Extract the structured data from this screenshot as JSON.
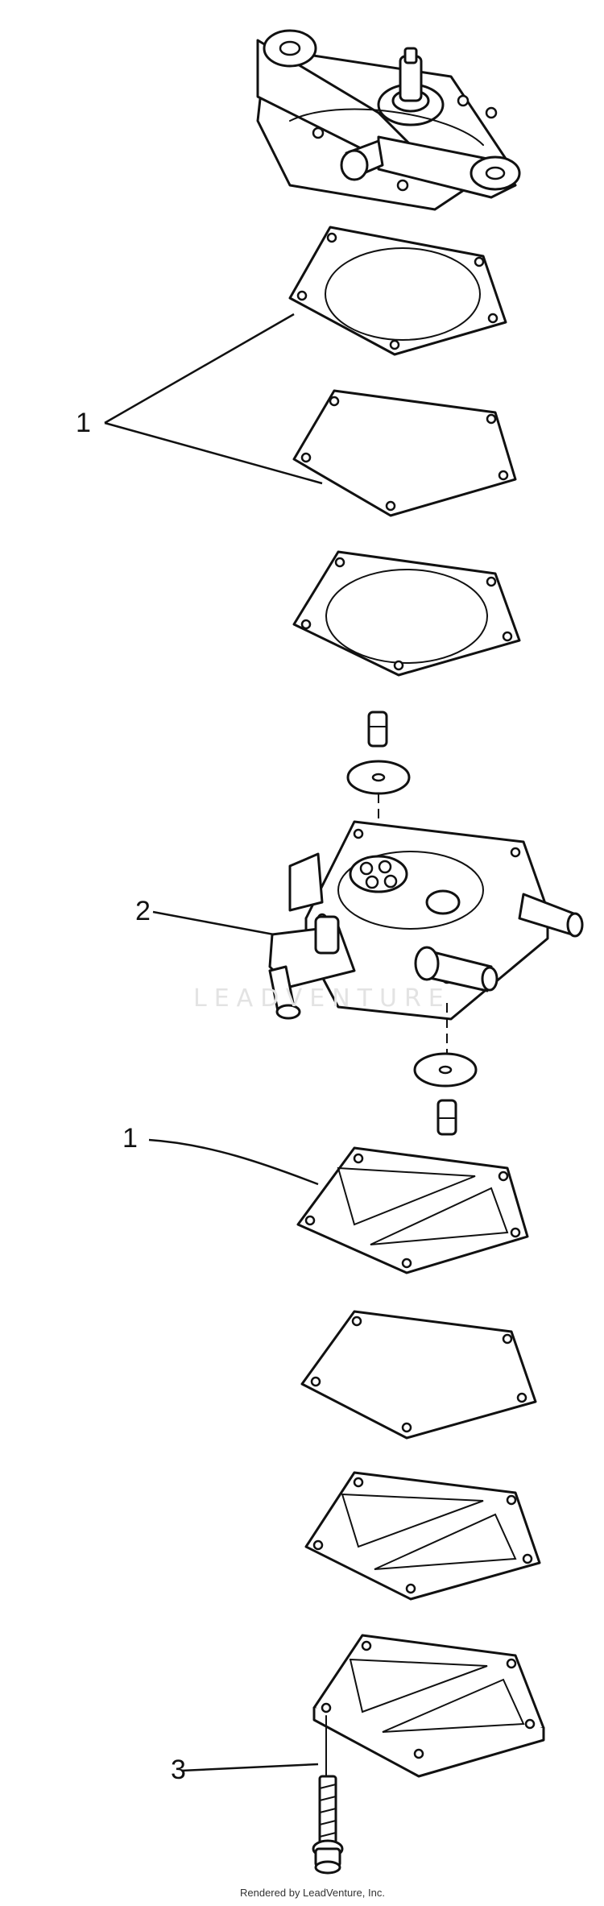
{
  "callouts": {
    "c1_top": "1",
    "c2": "2",
    "c1_mid": "1",
    "c3": "3"
  },
  "watermark": "LEADVENTURE",
  "footer": "Rendered by LeadVenture, Inc."
}
